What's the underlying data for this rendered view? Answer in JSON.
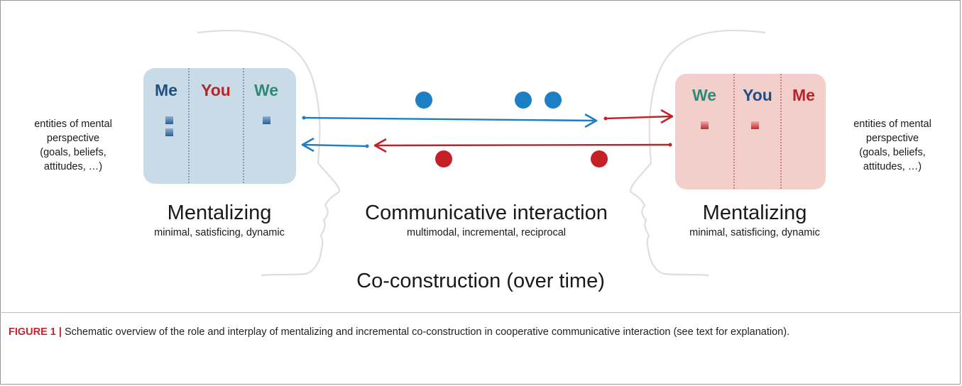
{
  "left_panel": {
    "labels": [
      "Me",
      "You",
      "We"
    ],
    "label_colors": [
      "#1f4e84",
      "#b3262b",
      "#2f8a78"
    ],
    "note_lines": [
      "entities of mental",
      "perspective",
      "(goals, beliefs,",
      "attitudes, …)"
    ],
    "title": "Mentalizing",
    "subtitle": "minimal, satisficing, dynamic"
  },
  "right_panel": {
    "labels": [
      "We",
      "You",
      "Me"
    ],
    "label_colors": [
      "#2f8a78",
      "#1f4e84",
      "#b3262b"
    ],
    "note_lines": [
      "entities of mental",
      "perspective",
      "(goals, beliefs,",
      "attitudes, …)"
    ],
    "title": "Mentalizing",
    "subtitle": "minimal, satisficing, dynamic"
  },
  "center": {
    "title": "Communicative interaction",
    "subtitle": "multimodal, incremental, reciprocal"
  },
  "bottom_title": "Co-construction (over time)",
  "colors": {
    "blue": "#1c7fc4",
    "red": "#c52026",
    "left_box": "#c9dbe6",
    "right_box": "#f3cfcb",
    "head_outline": "#dedede"
  },
  "caption": {
    "figure_label": "FIGURE 1",
    "separator": "|",
    "text": "Schematic overview of the role and interplay of mentalizing and incremental co-construction in cooperative communicative interaction (see text for explanation)."
  }
}
